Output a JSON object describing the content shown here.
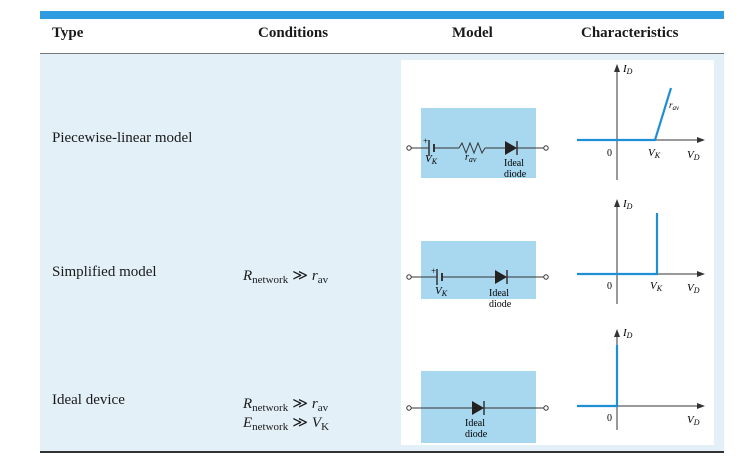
{
  "header": {
    "type": "Type",
    "conditions": "Conditions",
    "model": "Model",
    "characteristics": "Characteristics"
  },
  "rows": [
    {
      "type": "Piecewise-linear model",
      "conditions": [],
      "model": {
        "labels": {
          "source": "V",
          "source_sub": "K",
          "resistor": "r",
          "resistor_sub": "av",
          "diode": "Ideal",
          "diode2": "diode"
        }
      },
      "chart": {
        "y_axis": "I",
        "y_sub": "D",
        "x_axis": "V",
        "x_sub": "D",
        "origin": "0",
        "knee": "V",
        "knee_sub": "K",
        "slope_label": "r",
        "slope_sub": "av"
      }
    },
    {
      "type": "Simplified model",
      "conditions": [
        {
          "lhs": "R",
          "lhs_sub": "network",
          "op": "≫",
          "rhs": "r",
          "rhs_sub": "av"
        }
      ],
      "model": {
        "labels": {
          "source": "V",
          "source_sub": "K",
          "diode": "Ideal",
          "diode2": "diode"
        }
      },
      "chart": {
        "y_axis": "I",
        "y_sub": "D",
        "x_axis": "V",
        "x_sub": "D",
        "origin": "0",
        "knee": "V",
        "knee_sub": "K"
      }
    },
    {
      "type": "Ideal device",
      "conditions": [
        {
          "lhs": "R",
          "lhs_sub": "network",
          "op": "≫",
          "rhs": "r",
          "rhs_sub": "av"
        },
        {
          "lhs": "E",
          "lhs_sub": "network",
          "op": "≫",
          "rhs": "V",
          "rhs_sub": "K"
        }
      ],
      "model": {
        "labels": {
          "diode": "Ideal",
          "diode2": "diode"
        }
      },
      "chart": {
        "y_axis": "I",
        "y_sub": "D",
        "x_axis": "V",
        "x_sub": "D",
        "origin": "0"
      }
    }
  ],
  "colors": {
    "accent": "#2f9be0",
    "body_bg": "#e3f0f8",
    "model_box": "#a8d8f0",
    "curve": "#1e8fd6"
  }
}
